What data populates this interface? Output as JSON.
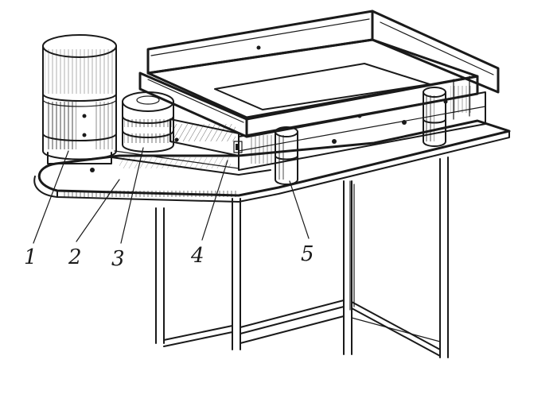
{
  "figure": {
    "callouts": [
      {
        "id": "1",
        "label": "1"
      },
      {
        "id": "2",
        "label": "2"
      },
      {
        "id": "3",
        "label": "3"
      },
      {
        "id": "4",
        "label": "4"
      },
      {
        "id": "5",
        "label": "5"
      }
    ]
  },
  "colors": {
    "ink": "#1a1a1a",
    "paper": "#ffffff",
    "shade": "#3a3a3a"
  }
}
